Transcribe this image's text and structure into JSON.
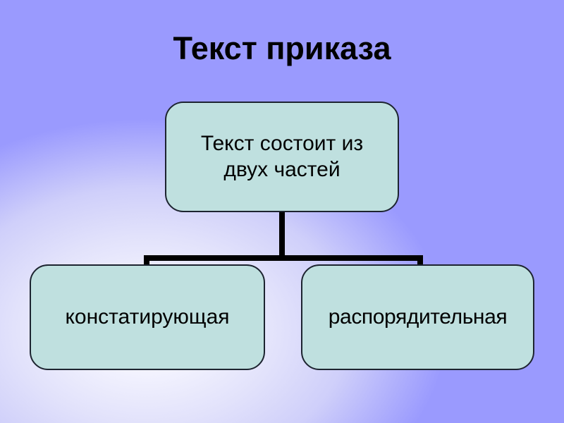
{
  "slide": {
    "title": "Текст приказа",
    "background": {
      "base_color": "#9a9afe",
      "highlight_color": "#fdfdff"
    }
  },
  "diagram": {
    "type": "hierarchy",
    "box_fill_color": "#bfe0df",
    "box_border_color": "#1d2430",
    "connector_color": "#000000",
    "root": {
      "label": "Текст состоит из\nдвух частей"
    },
    "children": [
      {
        "label": "констатирующая"
      },
      {
        "label": "распорядительная"
      }
    ]
  }
}
